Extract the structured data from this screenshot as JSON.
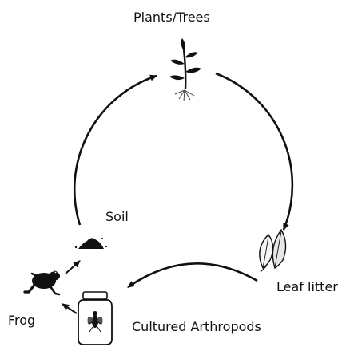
{
  "diagram": {
    "nodes": {
      "plants": {
        "label": "Plants/Trees",
        "icon": "sprouting-plant-icon"
      },
      "leaf_litter": {
        "label": "Leaf litter",
        "icon": "leaf-icon"
      },
      "soil": {
        "label": "Soil",
        "icon": "soil-mound-icon"
      },
      "frog": {
        "label": "Frog",
        "icon": "frog-icon"
      },
      "arthropods": {
        "label": "Cultured Arthropods",
        "icon": "fly-jar-icon"
      }
    },
    "colors": {
      "ink": "#111111",
      "background": "#ffffff"
    }
  }
}
